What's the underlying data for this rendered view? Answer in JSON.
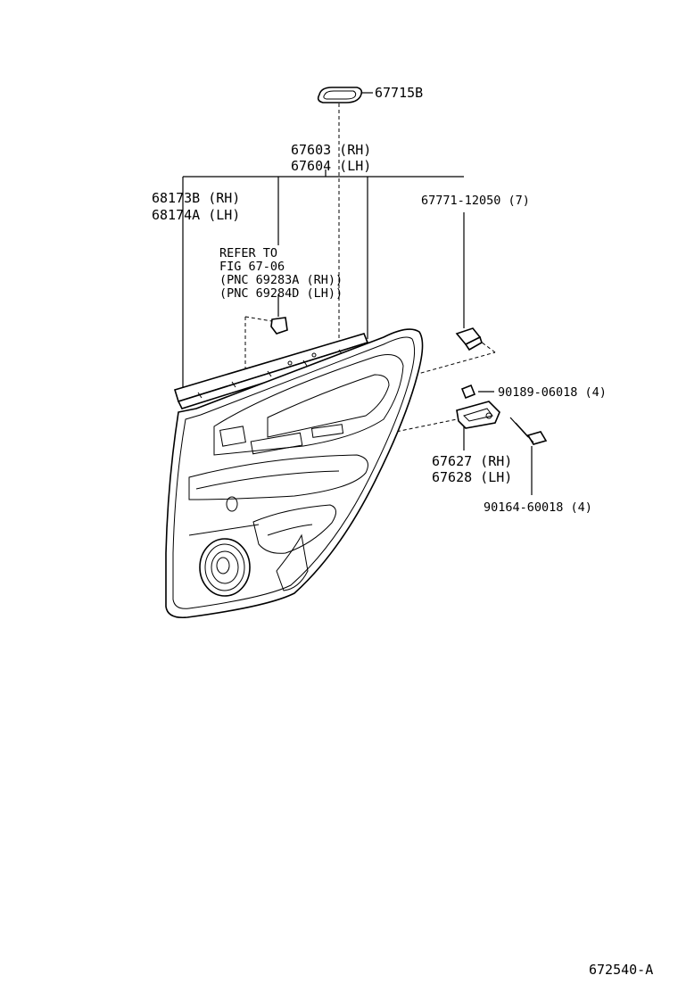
{
  "labels": {
    "p67715b": "67715B",
    "p67603": "67603 (RH)",
    "p67604": "67604 (LH)",
    "p68173b": "68173B (RH)",
    "p68174a": "68174A (LH)",
    "p67771": "67771-12050 (7)",
    "refer1": "REFER TO",
    "refer2": "FIG 67-06",
    "refer3": "(PNC 69283A (RH))",
    "refer4": "(PNC 69284D (LH))",
    "p90189": "90189-06018 (4)",
    "p67627": "67627 (RH)",
    "p67628": "67628 (LH)",
    "p90164": "90164-60018 (4)",
    "figure_code": "672540-A"
  }
}
